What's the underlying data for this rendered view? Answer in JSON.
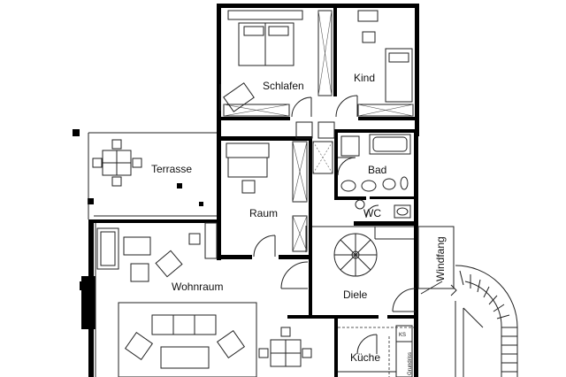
{
  "rooms": {
    "schlafen": "Schlafen",
    "kind": "Kind",
    "terrasse": "Terrasse",
    "bad": "Bad",
    "raum": "Raum",
    "wc": "WC",
    "windfang": "Windfang",
    "wohnraum": "Wohnraum",
    "diele": "Diele",
    "kueche": "Küche"
  },
  "markers": {
    "ks": "KS",
    "grundriss": "Grundriss"
  }
}
